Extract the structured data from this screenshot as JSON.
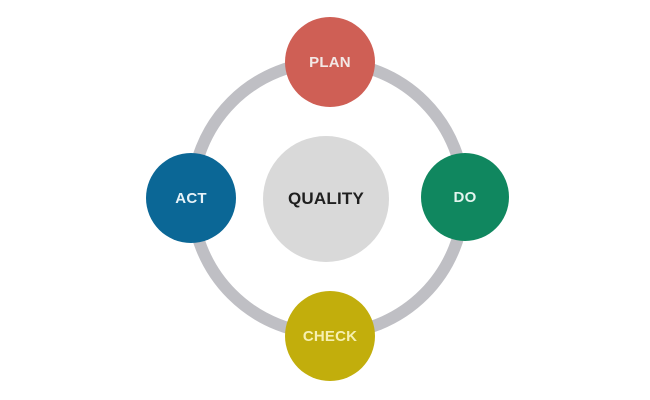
{
  "diagram": {
    "type": "cycle",
    "center": {
      "label": "QUALITY",
      "color": "#d9d9d9"
    },
    "ring_color": "#bfbfc4",
    "stages": [
      {
        "label": "PLAN",
        "color": "#cf5f55",
        "position": "top"
      },
      {
        "label": "DO",
        "color": "#10875f",
        "position": "right"
      },
      {
        "label": "CHECK",
        "color": "#c2ae0c",
        "position": "bottom"
      },
      {
        "label": "ACT",
        "color": "#0b6796",
        "position": "left"
      }
    ]
  }
}
